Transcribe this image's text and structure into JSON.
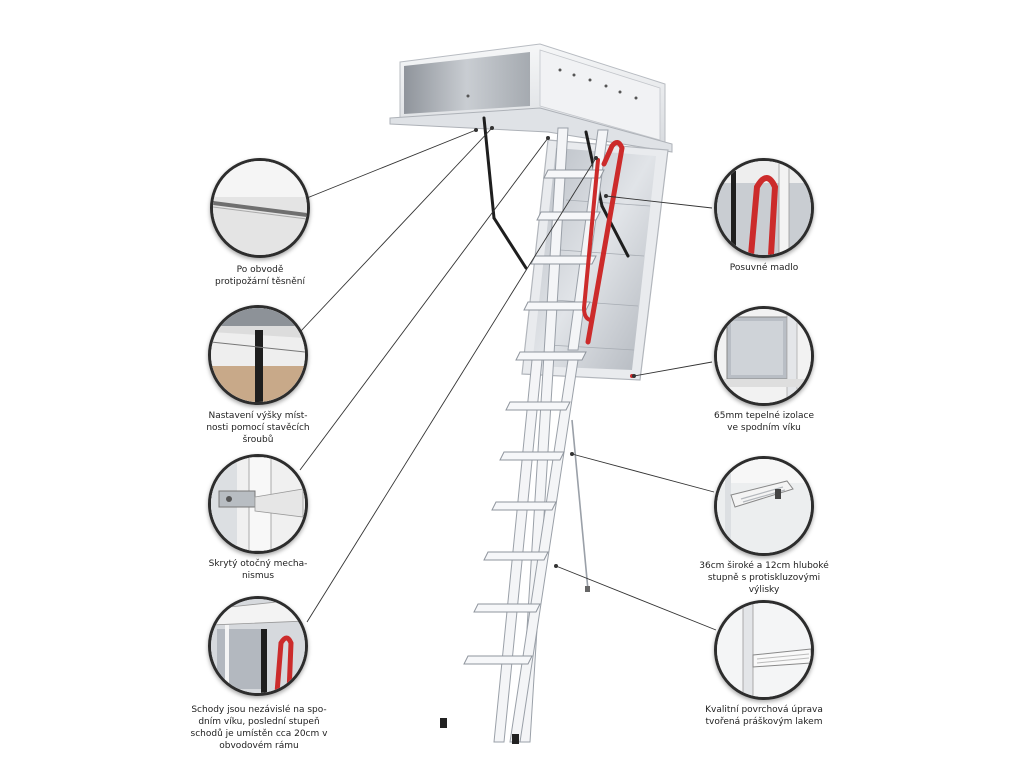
{
  "callouts": [
    {
      "id": "perimeter-seal",
      "lines": [
        "Po obvodě",
        "protipožární těsnění"
      ]
    },
    {
      "id": "height-adjust",
      "lines": [
        "Nastavení výšky míst-",
        "nosti pomocí stavěcích",
        "šroubů"
      ]
    },
    {
      "id": "hidden-hinge",
      "lines": [
        "Skrytý otočný mecha-",
        "nismus"
      ]
    },
    {
      "id": "ladder-independent",
      "lines": [
        "Schody jsou nezávislé na spo-",
        "dním víku, poslední stupeň",
        "schodů je umístěn cca 20cm v",
        "obvodovém rámu"
      ]
    },
    {
      "id": "sliding-handrail",
      "lines": [
        "Posuvné madlo"
      ]
    },
    {
      "id": "insulation",
      "lines": [
        "65mm tepelné izolace",
        "ve spodním víku"
      ]
    },
    {
      "id": "wide-steps",
      "lines": [
        "36cm široké a 12cm hluboké",
        "stupně s protiskluzovými",
        "výlisky"
      ]
    },
    {
      "id": "powder-coating",
      "lines": [
        "Kvalitní povrchová úprava",
        "tvořená práškovým lakem"
      ]
    }
  ],
  "colors": {
    "frame": "#e9ebee",
    "box_dark": "#aeb2b8",
    "lid_panel": "#c8ccd2",
    "ladder": "#f2f3f5",
    "ladder_edge": "#9aa0a8",
    "handrail": "#cc2b2b",
    "strut": "#1e1e1e",
    "leader": "#333333"
  }
}
